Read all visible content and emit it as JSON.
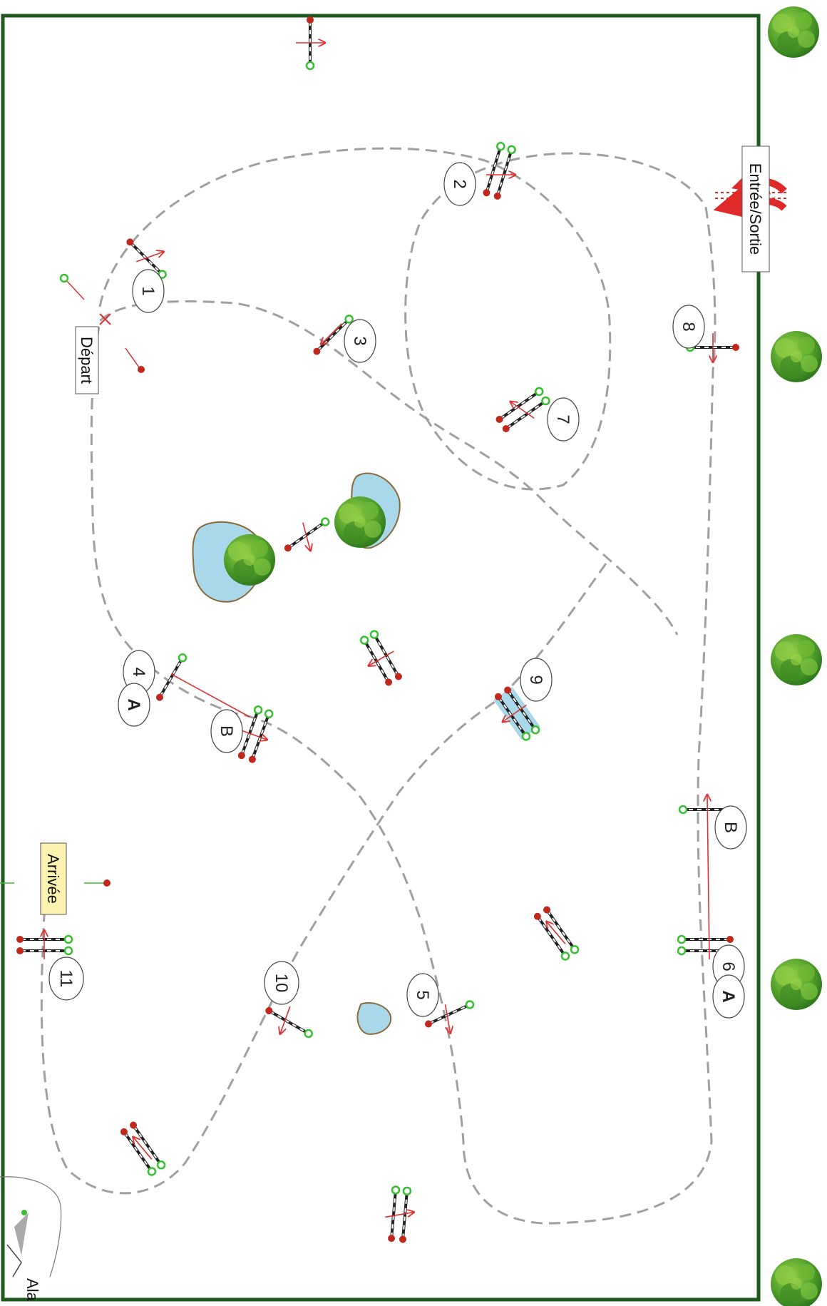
{
  "labels": {
    "depart": "Départ",
    "arrivee": "Arrivée",
    "entree_sortie": "Entrée/Sortie",
    "author": "Ala"
  },
  "obstacles": [
    {
      "number": "1"
    },
    {
      "number": "2"
    },
    {
      "number": "3"
    },
    {
      "number": "4",
      "sub": "A"
    },
    {
      "number": "",
      "sub": "B"
    },
    {
      "number": "5"
    },
    {
      "number": "6",
      "sub": "A"
    },
    {
      "number": "",
      "sub": "B"
    },
    {
      "number": "7"
    },
    {
      "number": "8"
    },
    {
      "number": "9"
    },
    {
      "number": "10"
    },
    {
      "number": "11"
    }
  ],
  "colors": {
    "border": "#1e5a1e",
    "path": "#a0a0a0",
    "direction_arrow": "#e03030",
    "pole": "#222222",
    "pole_end_red": "#c0281e",
    "pole_end_green": "#35c030",
    "water": "#a8d8ea",
    "water_edge": "#8a6a3a",
    "tree": "#4a9a28",
    "start_finish_fill": "#fdf3b0",
    "entrance": "#e02a2a"
  },
  "icons": [
    "jump-icon",
    "oxer-icon",
    "tree-icon",
    "pond-icon",
    "entrance-arrow-icon"
  ]
}
